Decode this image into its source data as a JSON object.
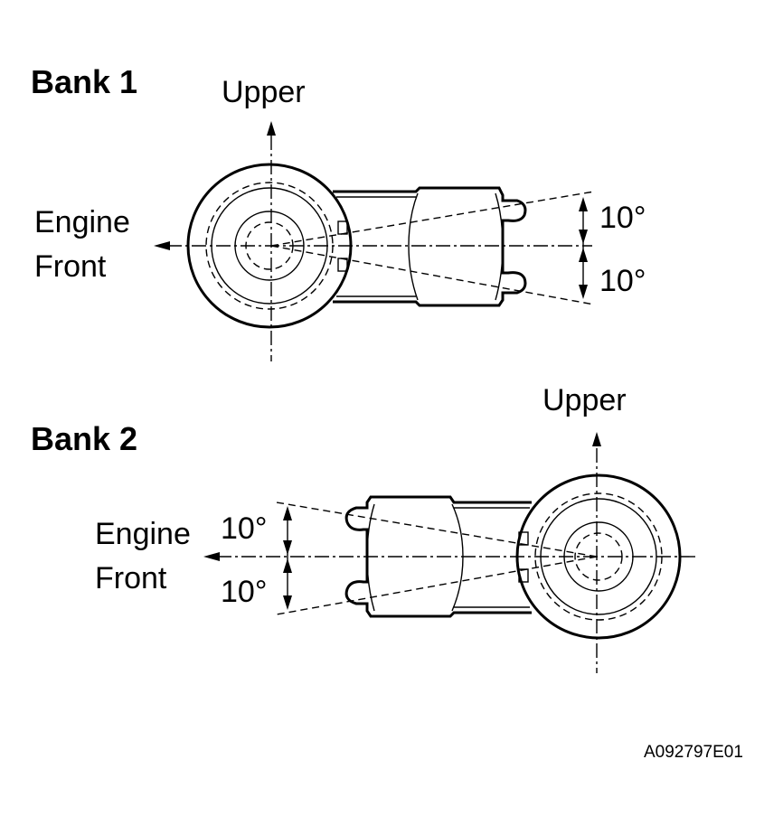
{
  "bank1": {
    "title": "Bank 1",
    "upper_label": "Upper",
    "engine_front_line1": "Engine",
    "engine_front_line2": "Front",
    "angle_upper": "10°",
    "angle_lower": "10°"
  },
  "bank2": {
    "title": "Bank 2",
    "upper_label": "Upper",
    "engine_front_line1": "Engine",
    "engine_front_line2": "Front",
    "angle_upper": "10°",
    "angle_lower": "10°"
  },
  "figure_code": "A092797E01"
}
